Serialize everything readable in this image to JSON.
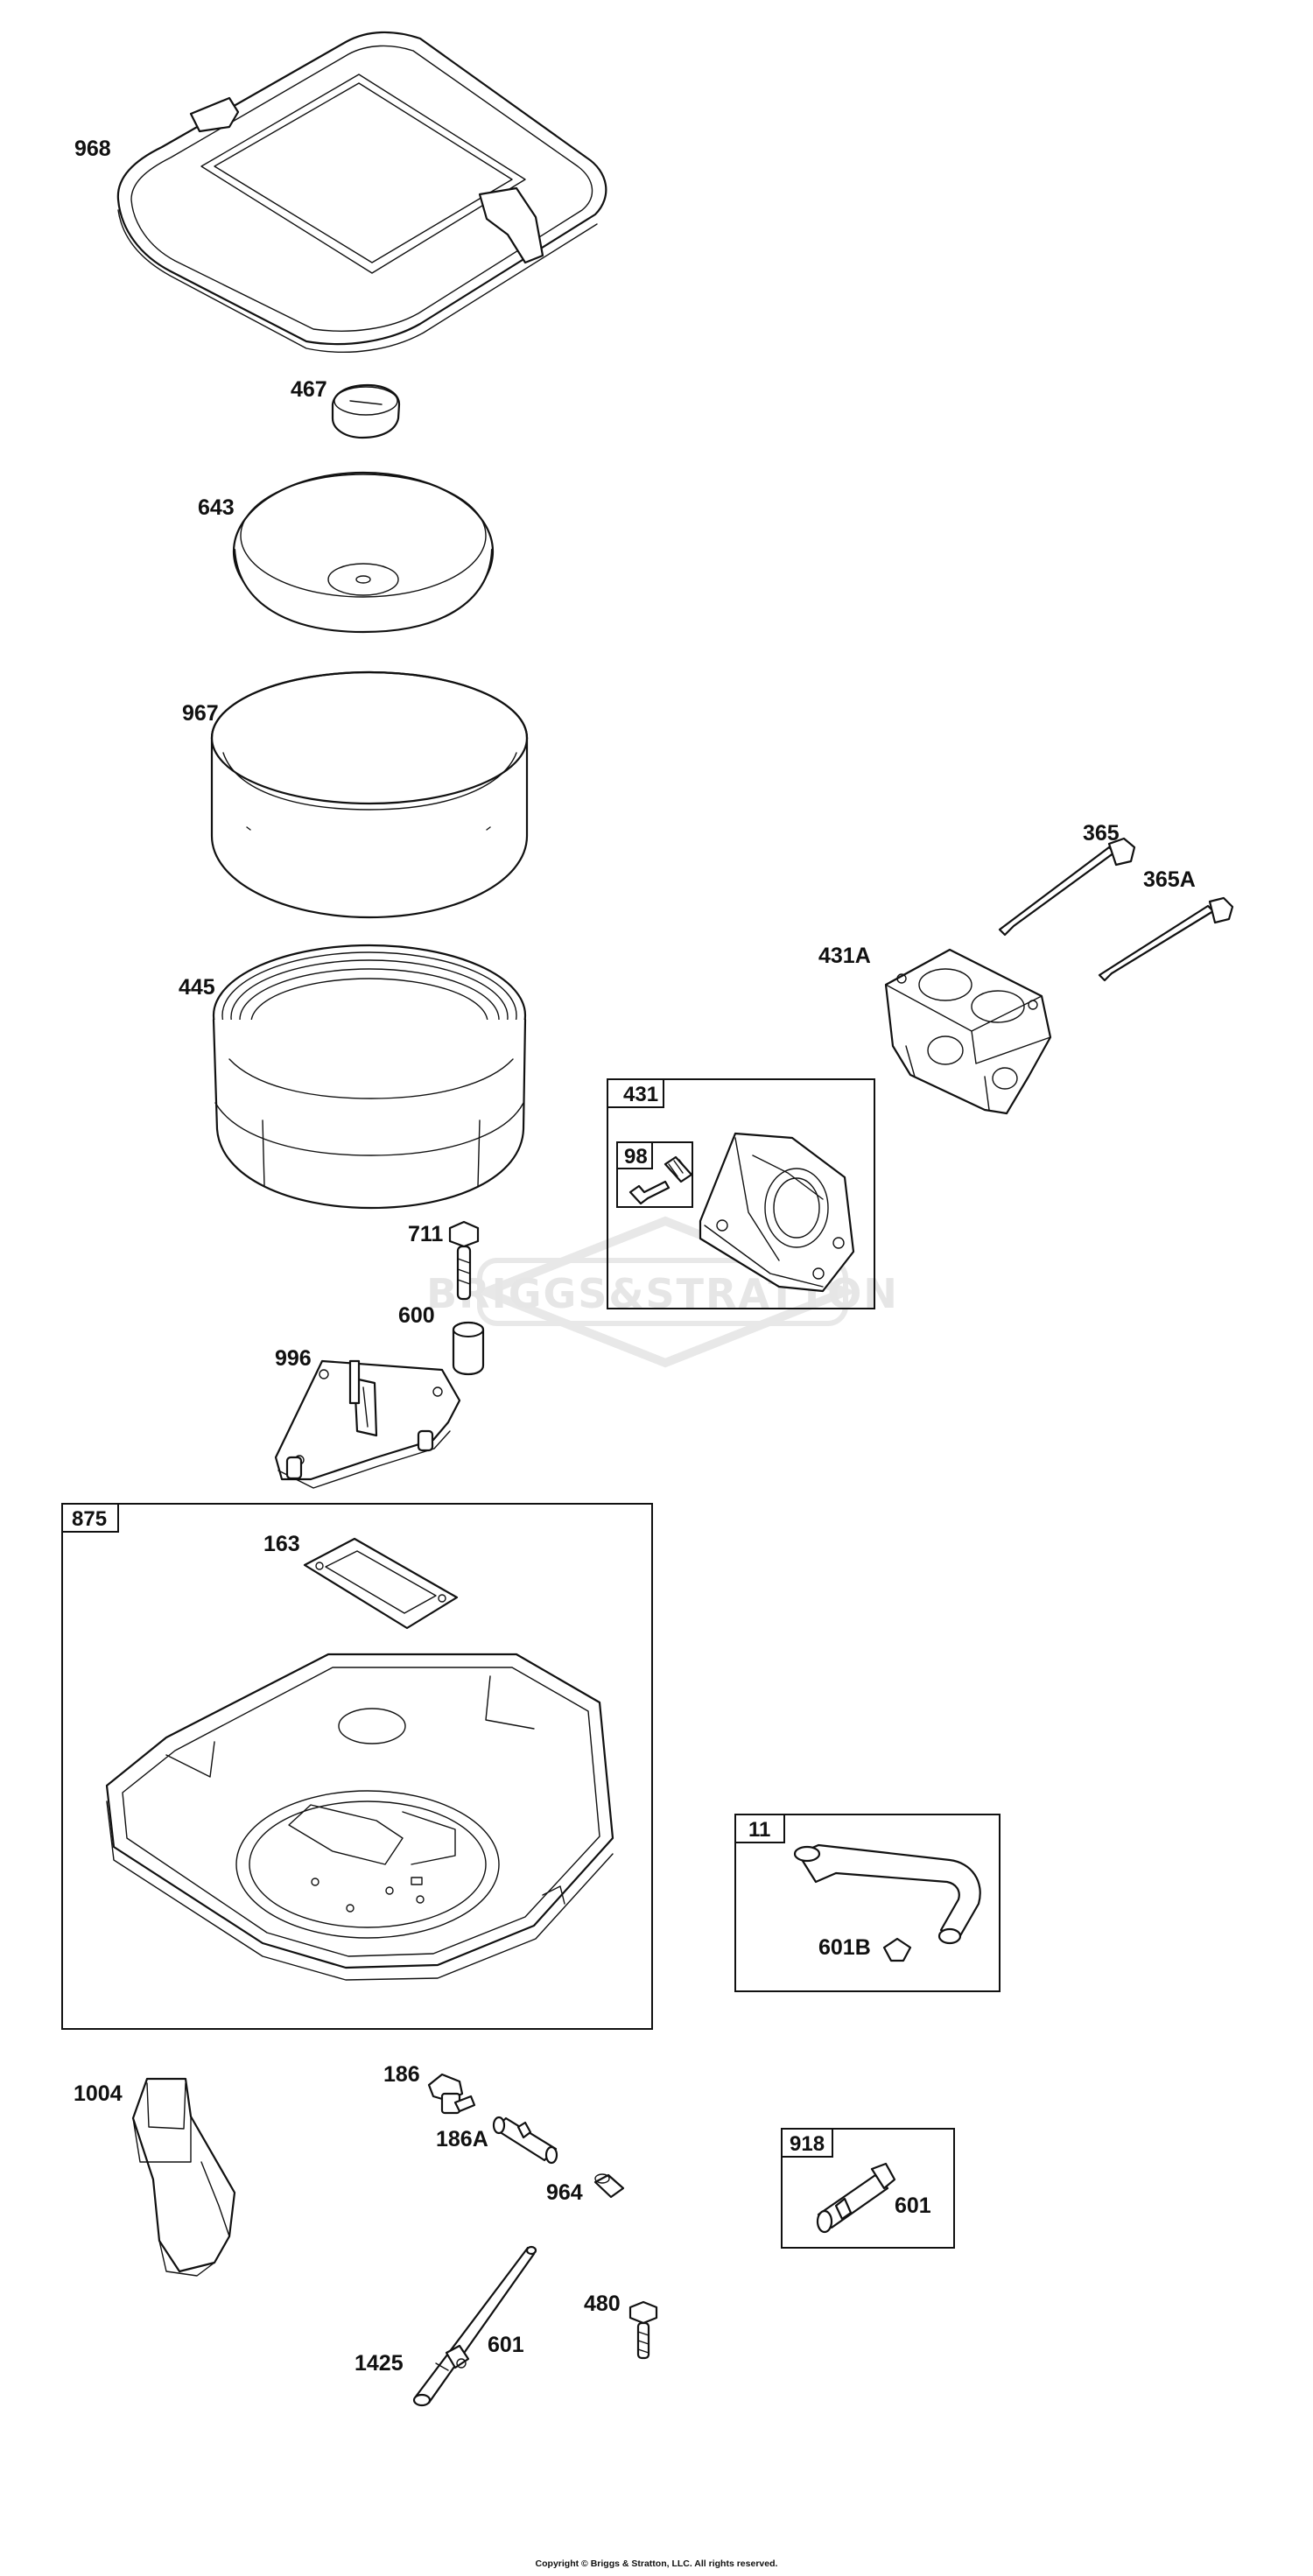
{
  "watermark": "BRIGGS&STRATTON",
  "copyright": "Copyright © Briggs & Stratton, LLC. All rights reserved.",
  "callouts": {
    "c968": "968",
    "c467": "467",
    "c643": "643",
    "c967": "967",
    "c445": "445",
    "c711": "711",
    "c600": "600",
    "c996": "996",
    "c365": "365",
    "c365A": "365A",
    "c431A": "431A",
    "c163": "163",
    "c601B": "601B",
    "c1004": "1004",
    "c186": "186",
    "c186A": "186A",
    "c964": "964",
    "c480": "480",
    "c1425": "1425",
    "c601a": "601",
    "c601b": "601"
  },
  "groups": {
    "g431": "431",
    "g98": "98",
    "g875": "875",
    "g11": "11",
    "g918": "918"
  }
}
